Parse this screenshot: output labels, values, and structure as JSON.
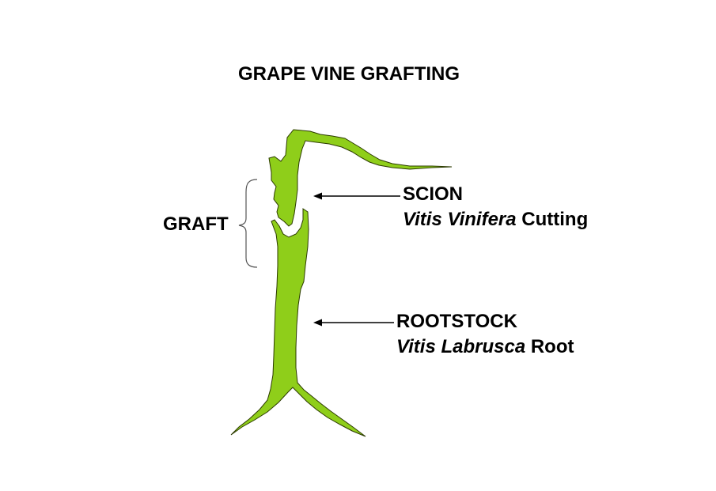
{
  "title": "GRAPE VINE GRAFTING",
  "graft": {
    "label": "GRAFT"
  },
  "scion": {
    "name": "SCION",
    "species": "Vitis Vinifera",
    "suffix": " Cutting"
  },
  "rootstock": {
    "name": "ROOTSTOCK",
    "species": "Vitis Labrusca",
    "suffix": " Root"
  },
  "colors": {
    "plant_fill": "#8fce1a",
    "outline": "#2b3a00",
    "text": "#000000"
  }
}
